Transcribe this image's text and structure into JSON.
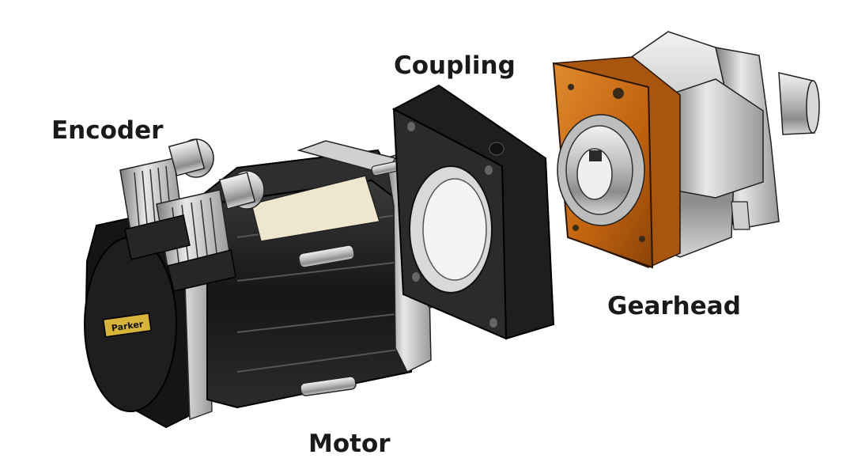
{
  "labels": {
    "encoder": "Encoder",
    "coupling": "Coupling",
    "gearhead": "Gearhead",
    "motor": "Motor"
  },
  "colors": {
    "motor_body": "#1c1c1c",
    "metal": "#c9c9c9",
    "gearhead_flange": "#c96a12",
    "coupling_plate": "#2a2a2a",
    "badge": "#d8b43a"
  },
  "motor_badge_text": "Parker"
}
